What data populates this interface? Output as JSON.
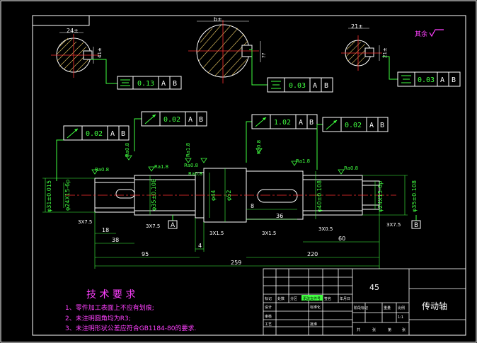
{
  "section_views": {
    "left": {
      "width_dim": "24±",
      "depth_dim": "41±"
    },
    "middle": {
      "width_dim": "b±",
      "depth_dim": "??"
    },
    "right": {
      "width_dim": "21±",
      "depth_dim": "21±"
    }
  },
  "symmetry_tolerances": [
    {
      "symbol": "⌯",
      "value": "0.13",
      "datum1": "A",
      "datum2": "B"
    },
    {
      "symbol": "⌯",
      "value": "0.03",
      "datum1": "A",
      "datum2": "B"
    },
    {
      "symbol": "⌯",
      "value": "0.03",
      "datum1": "A",
      "datum2": "B"
    }
  ],
  "runout_tolerances": [
    {
      "symbol": "↗",
      "value": "0.02",
      "datum1": "A",
      "datum2": "B"
    },
    {
      "symbol": "↗",
      "value": "0.02",
      "datum1": "A",
      "datum2": "B"
    },
    {
      "symbol": "↗",
      "value": "1.02",
      "datum1": "A",
      "datum2": "B"
    },
    {
      "symbol": "↗",
      "value": "0.02",
      "datum1": "A",
      "datum2": "B"
    }
  ],
  "other_surfaces": "其余",
  "roughness": [
    "Ra0.8",
    "Ra0.8",
    "Ra1.8",
    "Ra1.8",
    "Ra0.8",
    "Ra0.8",
    "Ra0.8",
    "Ra1.8",
    "Ra0.8"
  ],
  "diameters": [
    "φ31±0.015",
    "φ24X15-6p",
    "φ35±0.108",
    "φ44",
    "φ52",
    "φ40±0.108",
    "φ24X15-6p",
    "φ35±0.108"
  ],
  "chamfers": [
    "3X7.5",
    "3X7.5",
    "3X1.5",
    "3X1.5",
    "3X0.5",
    "3X7.5"
  ],
  "lengths": {
    "l18": "18",
    "l38": "38",
    "l95": "95",
    "l4": "4",
    "l8": "8",
    "l36": "36",
    "l60": "60",
    "l220": "220",
    "l259": "259"
  },
  "datums": {
    "a": "A",
    "b": "B"
  },
  "notes": {
    "title": "技 术 要 求",
    "items": [
      "1、零件加工表面上不应有划痕;",
      "2、未注明圆角均为R3;",
      "3、未注明形状公差应符合GB1184-80的要求."
    ]
  },
  "title_block": {
    "material": "45",
    "part_name": "传动轴",
    "row_labels": [
      "标记",
      "处数",
      "分区",
      "更改文件号",
      "签名",
      "年月日"
    ],
    "side_labels": [
      "设计",
      "标准化",
      "审核",
      "工艺",
      "批准"
    ],
    "stage_labels": [
      "阶段标记",
      "重量",
      "比例"
    ],
    "scale": "1:1",
    "sheet": [
      "共",
      "张",
      "第",
      "张"
    ]
  }
}
